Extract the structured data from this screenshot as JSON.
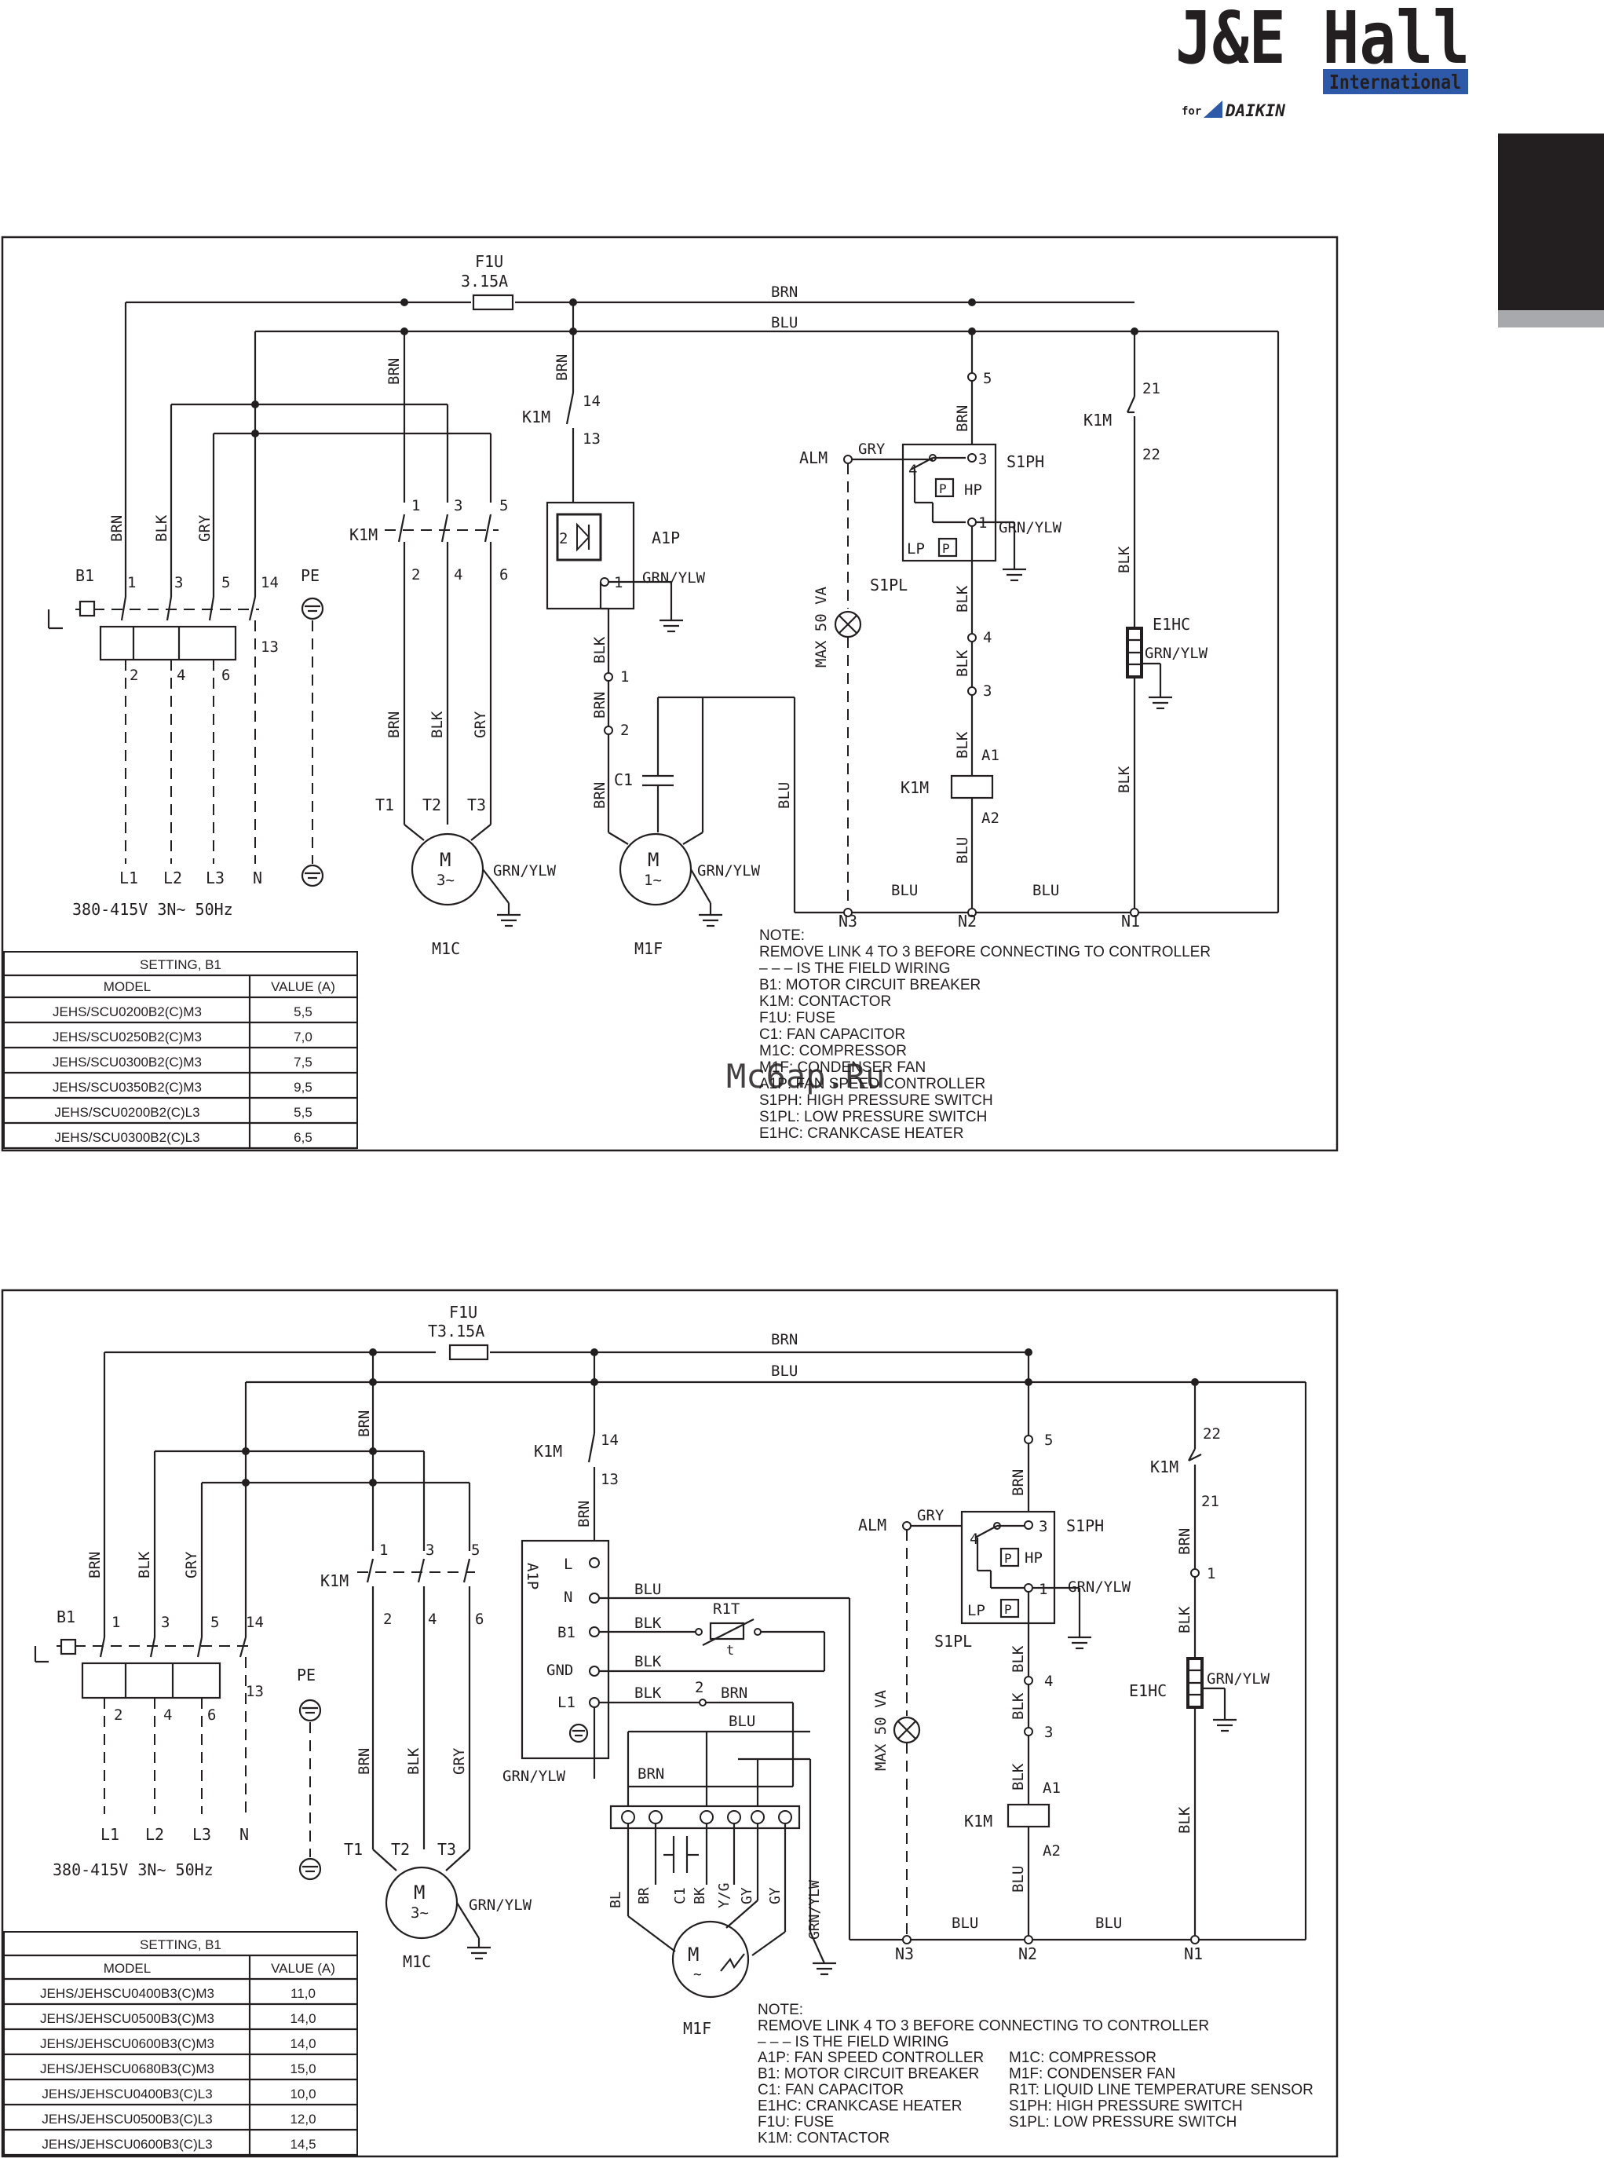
{
  "brand": {
    "name": "J&E Hall",
    "sub": "International",
    "for_text": "for",
    "partner": "DAIKIN",
    "colors": {
      "blue": "#2e59a8",
      "dark": "#231f20",
      "grey": "#a7a9ac",
      "watermark": "#d7272b"
    }
  },
  "watermark": "Mc6ap.Ru",
  "d1": {
    "fuse": {
      "name": "F1U",
      "rating": "3.15A"
    },
    "wires": {
      "brn": "BRN",
      "blu": "BLU",
      "blk": "BLK",
      "gry": "GRY",
      "grnylw": "GRN/YLW"
    },
    "labels": {
      "k1m": "K1M",
      "a1p": "A1P",
      "alm": "ALM",
      "s1ph": "S1PH",
      "s1pl": "S1PL",
      "hp": "HP",
      "lp": "LP",
      "e1hc": "E1HC",
      "c1": "C1",
      "b1": "B1",
      "pe": "PE",
      "max50": "MAX 50 VA",
      "a1": "A1",
      "a2": "A2",
      "m": "M",
      "m3": "3~",
      "m1": "1~",
      "m1c": "M1C",
      "m1f": "M1F",
      "t1": "T1",
      "t2": "T2",
      "t3": "T3",
      "l1": "L1",
      "l2": "L2",
      "l3": "L3",
      "n": "N",
      "n1": "N1",
      "n2": "N2",
      "n3": "N3",
      "supply": "380-415V 3N~ 50Hz",
      "t1n": "1",
      "t2n": "2",
      "t3n": "3",
      "t4n": "4",
      "t5n": "5",
      "t6n": "6",
      "t13": "13",
      "t14": "14",
      "t21": "21",
      "t22": "22",
      "p": "P"
    },
    "table": {
      "title": "SETTING, B1",
      "headers": [
        "MODEL",
        "VALUE (A)"
      ],
      "rows": [
        {
          "model": "JEHS/SCU0200B2(C)M3",
          "value": "5,5"
        },
        {
          "model": "JEHS/SCU0250B2(C)M3",
          "value": "7,0"
        },
        {
          "model": "JEHS/SCU0300B2(C)M3",
          "value": "7,5"
        },
        {
          "model": "JEHS/SCU0350B2(C)M3",
          "value": "9,5"
        },
        {
          "model": "JEHS/SCU0200B2(C)L3",
          "value": "5,5"
        },
        {
          "model": "JEHS/SCU0300B2(C)L3",
          "value": "6,5"
        }
      ]
    },
    "notes": [
      "NOTE:",
      "REMOVE LINK 4 TO 3 BEFORE CONNECTING TO CONTROLLER",
      "– – – IS THE FIELD WIRING",
      "B1: MOTOR CIRCUIT BREAKER",
      "K1M: CONTACTOR",
      "F1U: FUSE",
      "C1: FAN CAPACITOR",
      "M1C: COMPRESSOR",
      "M1F: CONDENSER FAN",
      "A1P: FAN SPEED CONTROLLER",
      "S1PH: HIGH PRESSURE SWITCH",
      "S1PL: LOW PRESSURE SWITCH",
      "E1HC: CRANKCASE HEATER"
    ]
  },
  "d2": {
    "fuse": {
      "name": "F1U",
      "rating": "T3.15A"
    },
    "wires": {
      "brn": "BRN",
      "blu": "BLU",
      "blk": "BLK",
      "gry": "GRY",
      "grnylw": "GRN/YLW",
      "bl": "BL",
      "br": "BR",
      "bk": "BK",
      "yg": "Y/G",
      "gy": "GY"
    },
    "labels": {
      "k1m": "K1M",
      "a1p": "A1P",
      "alm": "ALM",
      "s1ph": "S1PH",
      "s1pl": "S1PL",
      "hp": "HP",
      "lp": "LP",
      "e1hc": "E1HC",
      "c1": "C1",
      "b1": "B1",
      "pe": "PE",
      "max50": "MAX 50 VA",
      "r1t": "R1T",
      "tt": "t",
      "a1": "A1",
      "a2": "A2",
      "m": "M",
      "m3": "3~",
      "mt": "~",
      "m1c": "M1C",
      "m1f": "M1F",
      "t1": "T1",
      "t2": "T2",
      "t3": "T3",
      "l1": "L1",
      "l2": "L2",
      "l3": "L3",
      "n": "N",
      "n1": "N1",
      "n2": "N2",
      "n3": "N3",
      "term_l": "L",
      "term_n": "N",
      "term_b1": "B1",
      "term_gnd": "GND",
      "term_l1": "L1",
      "supply": "380-415V 3N~ 50Hz",
      "t1n": "1",
      "t2n": "2",
      "t3n": "3",
      "t4n": "4",
      "t5n": "5",
      "t6n": "6",
      "t13": "13",
      "t14": "14",
      "t21": "21",
      "t22": "22",
      "p": "P"
    },
    "table": {
      "title": "SETTING, B1",
      "headers": [
        "MODEL",
        "VALUE (A)"
      ],
      "rows": [
        {
          "model": "JEHS/JEHSCU0400B3(C)M3",
          "value": "11,0"
        },
        {
          "model": "JEHS/JEHSCU0500B3(C)M3",
          "value": "14,0"
        },
        {
          "model": "JEHS/JEHSCU0600B3(C)M3",
          "value": "14,0"
        },
        {
          "model": "JEHS/JEHSCU0680B3(C)M3",
          "value": "15,0"
        },
        {
          "model": "JEHS/JEHSCU0400B3(C)L3",
          "value": "10,0"
        },
        {
          "model": "JEHS/JEHSCU0500B3(C)L3",
          "value": "12,0"
        },
        {
          "model": "JEHS/JEHSCU0600B3(C)L3",
          "value": "14,5"
        }
      ]
    },
    "notes_head": [
      "NOTE:",
      "REMOVE LINK 4 TO 3 BEFORE CONNECTING TO CONTROLLER",
      "– – – IS THE FIELD WIRING"
    ],
    "notes_left": [
      "A1P: FAN SPEED CONTROLLER",
      "B1: MOTOR CIRCUIT BREAKER",
      "C1: FAN CAPACITOR",
      "E1HC: CRANKCASE HEATER",
      "F1U: FUSE",
      "K1M: CONTACTOR"
    ],
    "notes_right": [
      "M1C: COMPRESSOR",
      "M1F: CONDENSER FAN",
      "R1T: LIQUID LINE TEMPERATURE SENSOR",
      "S1PH: HIGH PRESSURE SWITCH",
      "S1PL: LOW PRESSURE SWITCH"
    ]
  }
}
